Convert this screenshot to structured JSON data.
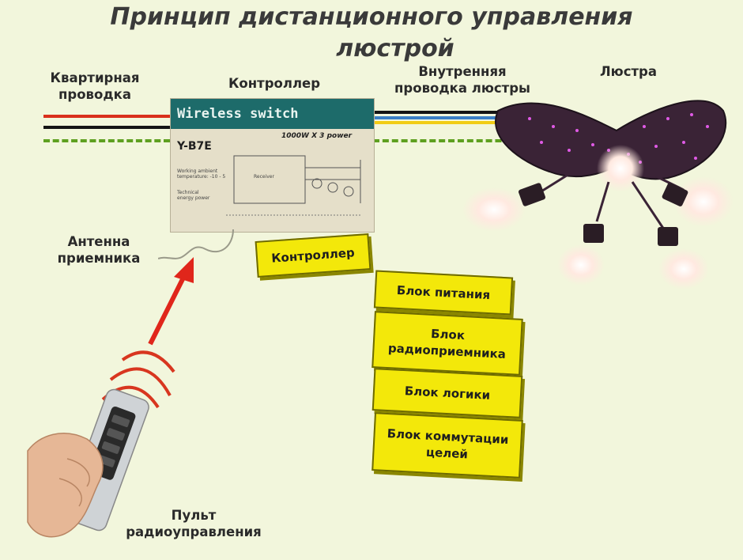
{
  "title": {
    "line1": "Принцип дистанционного управления",
    "line2": "люстрой"
  },
  "labels": {
    "apartment_wiring": [
      "Квартирная",
      "проводка"
    ],
    "controller_top": "Контроллер",
    "internal_wiring": [
      "Внутренняя",
      "проводка люстры"
    ],
    "chandelier": "Люстра",
    "antenna": [
      "Антенна",
      "приемника"
    ],
    "remote": [
      "Пульт",
      "радиоуправления"
    ]
  },
  "device": {
    "header": "Wireless switch",
    "model": "Y-B7E",
    "power": "1000W X 3 power",
    "fine_print_1": [
      "Working ambient",
      "temperature: -10 - 5"
    ],
    "fine_print_2": [
      "Technical",
      "energy power"
    ],
    "fine_print_3": "Receiver"
  },
  "blocks": {
    "controller": "Контроллер",
    "power_supply": "Блок питания",
    "radio_receiver": [
      "Блок",
      "радиоприемника"
    ],
    "logic": "Блок логики",
    "switching": [
      "Блок коммутации",
      "целей"
    ]
  },
  "colors": {
    "wire_red": "#d9301c",
    "wire_black": "#141414",
    "wire_yellow_green": "#5ea020",
    "wire_blue": "#3b7fc6",
    "wire_yellow": "#f1cc15",
    "box_yellow": "#f3e80a",
    "device_header": "#1d6b6a",
    "arrow_red": "#e0261b",
    "chandelier_purple": "#3a2336"
  }
}
